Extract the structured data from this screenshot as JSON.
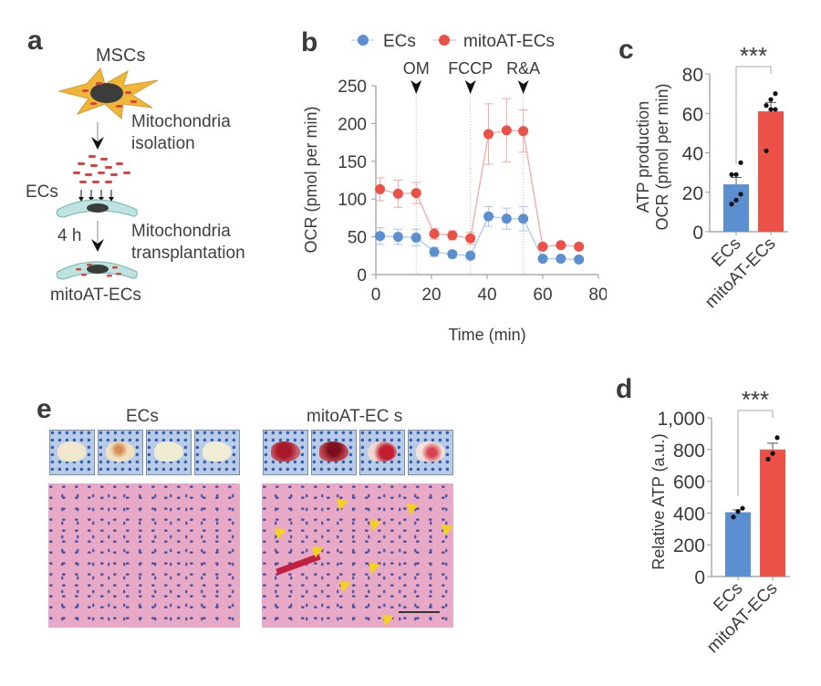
{
  "panels": {
    "a": {
      "letter": "a",
      "labels": {
        "mscs": "MSCs",
        "step1_line1": "Mitochondria",
        "step1_line2": "isolation",
        "ecs": "ECs",
        "time": "4 h",
        "step2_line1": "Mitochondria",
        "step2_line2": "transplantation",
        "result": "mitoAT-ECs"
      }
    },
    "b": {
      "letter": "b"
    },
    "c": {
      "letter": "c"
    },
    "d": {
      "letter": "d"
    },
    "e": {
      "letter": "e",
      "group_labels": [
        "ECs",
        "mitoAT-EC s"
      ],
      "photos_per_group": 4,
      "arrowhead_color": "#f3d21b"
    }
  },
  "colors": {
    "ecs": "#5b8fd0",
    "mitoat": "#ec5148",
    "ecs_light": "#a9c7ec",
    "mitoat_light": "#f5a9a5"
  },
  "chart_data": [
    {
      "id": "b",
      "type": "line",
      "title": "",
      "xlabel": "Time (min)",
      "ylabel": "OCR (pmol per min)",
      "xlim": [
        0,
        80
      ],
      "ylim": [
        0,
        250
      ],
      "xticks": [
        0,
        20,
        40,
        60,
        80
      ],
      "yticks": [
        0,
        50,
        100,
        150,
        200,
        250
      ],
      "legend": {
        "placement": "top",
        "entries": [
          "ECs",
          "mitoAT-ECs"
        ]
      },
      "injections": [
        {
          "label": "OM",
          "x": 14.5
        },
        {
          "label": "FCCP",
          "x": 34
        },
        {
          "label": "R&A",
          "x": 53
        }
      ],
      "x": [
        1.5,
        8,
        14.5,
        21,
        27.5,
        34,
        40.5,
        47,
        53,
        60,
        66.5,
        73
      ],
      "series": [
        {
          "name": "ECs",
          "values": [
            51,
            50,
            49,
            30,
            27,
            25,
            77,
            74,
            74,
            21,
            21,
            20
          ],
          "errors": [
            11,
            10,
            11,
            6,
            4,
            4,
            13,
            14,
            16,
            3,
            3,
            3
          ]
        },
        {
          "name": "mitoAT-ECs",
          "values": [
            113,
            107,
            108,
            54,
            52,
            48,
            186,
            191,
            190,
            37,
            39,
            37
          ],
          "errors": [
            15,
            18,
            14,
            7,
            6,
            8,
            40,
            42,
            28,
            3,
            3,
            3
          ]
        }
      ]
    },
    {
      "id": "c",
      "type": "bar",
      "title": "",
      "ylabel_line1": "ATP production",
      "ylabel_line2": "OCR (pmol per min)",
      "categories": [
        "ECs",
        "mitoAT-ECs"
      ],
      "values": [
        24,
        61
      ],
      "errors": [
        3.5,
        4.5
      ],
      "points": [
        [
          14,
          16,
          19,
          29,
          29,
          35
        ],
        [
          41,
          62,
          62,
          64,
          67,
          70
        ]
      ],
      "ylim": [
        0,
        80
      ],
      "yticks": [
        0,
        20,
        40,
        60,
        80
      ],
      "significance": "***"
    },
    {
      "id": "d",
      "type": "bar",
      "title": "",
      "ylabel": "Relative ATP (a.u.)",
      "categories": [
        "ECs",
        "mitoAT-ECs"
      ],
      "values": [
        405,
        800
      ],
      "errors": [
        15,
        40
      ],
      "points": [
        [
          375,
          410,
          430
        ],
        [
          740,
          775,
          875
        ]
      ],
      "ylim": [
        0,
        1000
      ],
      "yticks": [
        0,
        200,
        400,
        600,
        800,
        1000
      ],
      "ytick_labels": [
        "0",
        "200",
        "400",
        "600",
        "800",
        "1,000"
      ],
      "significance": "***"
    }
  ]
}
